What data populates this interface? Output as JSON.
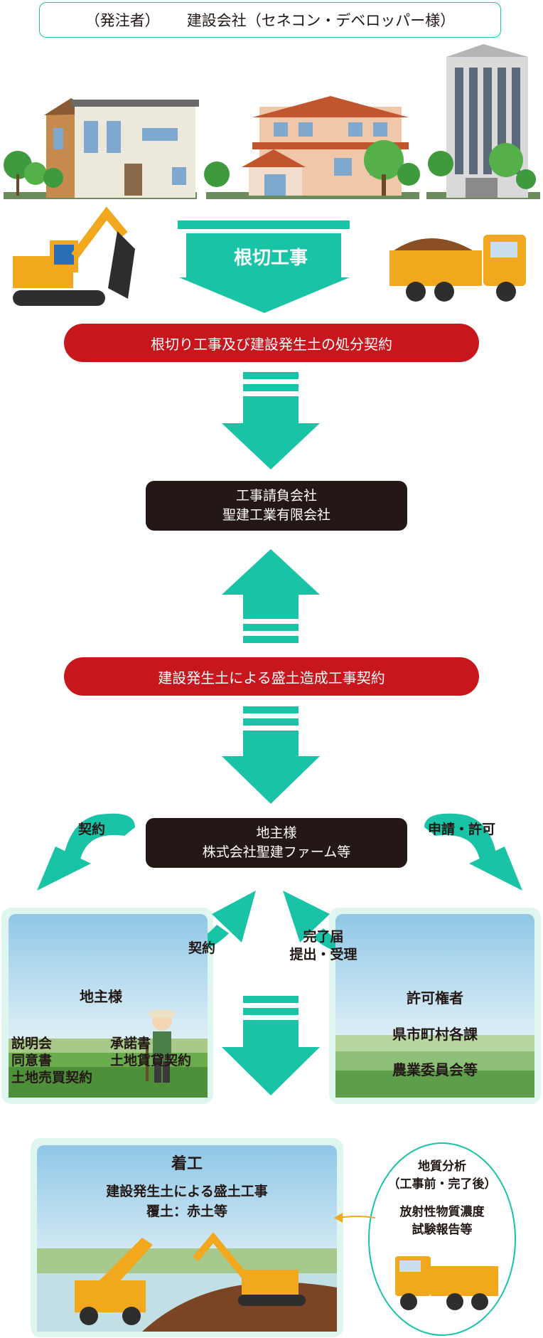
{
  "client": {
    "label": "（発注者）",
    "name": "建設会社（セネコン・デベロッパー様）"
  },
  "excavation": {
    "label": "根切工事"
  },
  "contract1": "根切り工事及び建設発生土の処分契約",
  "contractor": {
    "line1": "工事請負会社",
    "line2": "聖建工業有限会社"
  },
  "contract2": "建設発生土による盛土造成工事契約",
  "landowner_box": {
    "line1": "地主様",
    "line2": "株式会社聖建ファーム等"
  },
  "arrows": {
    "left_contract": "契約",
    "right_apply": "申請・許可",
    "mid_contract": "契約",
    "completion_line1": "完了届",
    "completion_line2": "提出・受理"
  },
  "left_panel": {
    "title": "地主様",
    "docs_left": [
      "説明会",
      "同意書",
      "土地売買契約"
    ],
    "docs_right": [
      "承諾書",
      "土地賃貸契約"
    ]
  },
  "right_panel": {
    "title": "許可権者",
    "line1": "県市町村各課",
    "line2": "農業委員会等"
  },
  "start_panel": {
    "title": "着工",
    "line1": "建設発生土による盛土工事",
    "line2": "覆土：赤土等"
  },
  "analysis": {
    "line1": "地質分析",
    "line2": "（工事前・完了後）",
    "line3": "放射性物質濃度",
    "line4": "試験報告等"
  },
  "colors": {
    "teal": "#19c4a6",
    "red": "#c8161d",
    "dark": "#231815",
    "panel_bg": "#def5f0"
  }
}
